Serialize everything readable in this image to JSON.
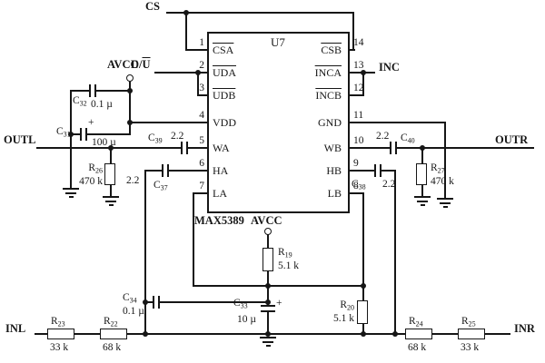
{
  "ic": {
    "designator": "U7",
    "part": "MAX5389",
    "left_pins": [
      {
        "num": "1",
        "name": "CSA"
      },
      {
        "num": "2",
        "name": "UDA"
      },
      {
        "num": "3",
        "name": "UDB"
      },
      {
        "num": "4",
        "name": "VDD"
      },
      {
        "num": "5",
        "name": "WA"
      },
      {
        "num": "6",
        "name": "HA"
      },
      {
        "num": "7",
        "name": "LA"
      }
    ],
    "right_pins": [
      {
        "num": "14",
        "name": "CSB"
      },
      {
        "num": "13",
        "name": "INCA"
      },
      {
        "num": "12",
        "name": "INCB"
      },
      {
        "num": "11",
        "name": "GND"
      },
      {
        "num": "10",
        "name": "WB"
      },
      {
        "num": "9",
        "name": "HB"
      },
      {
        "num": "8",
        "name": "LB"
      }
    ]
  },
  "signals": {
    "cs": "CS",
    "du_pre": "D/",
    "du_bar": "U",
    "inc": "INC",
    "avcc_top": "AVCC",
    "avcc_bottom": "AVCC",
    "outl": "OUTL",
    "outr": "OUTR",
    "inl": "INL",
    "inr": "INR"
  },
  "capacitors": {
    "c31": {
      "ref": "C31",
      "value": "100 µ",
      "pol": "+"
    },
    "c32": {
      "ref": "C32",
      "value": "0.1 µ"
    },
    "c33": {
      "ref": "C33",
      "value": "10 µ",
      "pol": "+"
    },
    "c34": {
      "ref": "C34",
      "value": "0.1 µ"
    },
    "c37": {
      "ref": "C37",
      "value": "2.2"
    },
    "c38": {
      "ref": "C38",
      "value": "2.2"
    },
    "c39": {
      "ref": "C39",
      "value": "2.2"
    },
    "c40": {
      "ref": "C40",
      "value": "2.2"
    }
  },
  "resistors": {
    "r19": {
      "ref": "R19",
      "value": "5.1 k"
    },
    "r20": {
      "ref": "R20",
      "value": "5.1 k"
    },
    "r22": {
      "ref": "R22",
      "value": "68 k"
    },
    "r23": {
      "ref": "R23",
      "value": "33 k"
    },
    "r24": {
      "ref": "R24",
      "value": "68 k"
    },
    "r25": {
      "ref": "R25",
      "value": "33 k"
    },
    "r26": {
      "ref": "R26",
      "value": "470 k"
    },
    "r27": {
      "ref": "R27",
      "value": "470 k"
    }
  }
}
